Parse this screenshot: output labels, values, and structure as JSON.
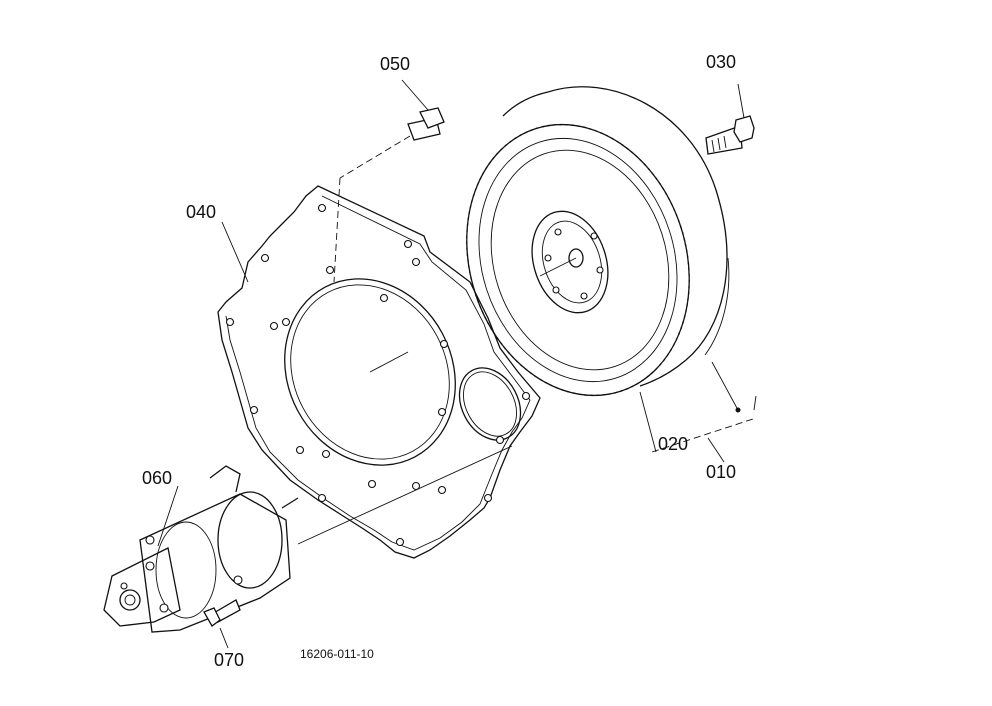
{
  "diagram": {
    "drawing_code": "16206-011-10",
    "parts": {
      "flywheel_assembly": "010",
      "ring_gear": "020",
      "flywheel_bolt": "030",
      "end_plate": "040",
      "plate_bolt": "050",
      "starter": "060",
      "starter_bolt": "070"
    }
  }
}
